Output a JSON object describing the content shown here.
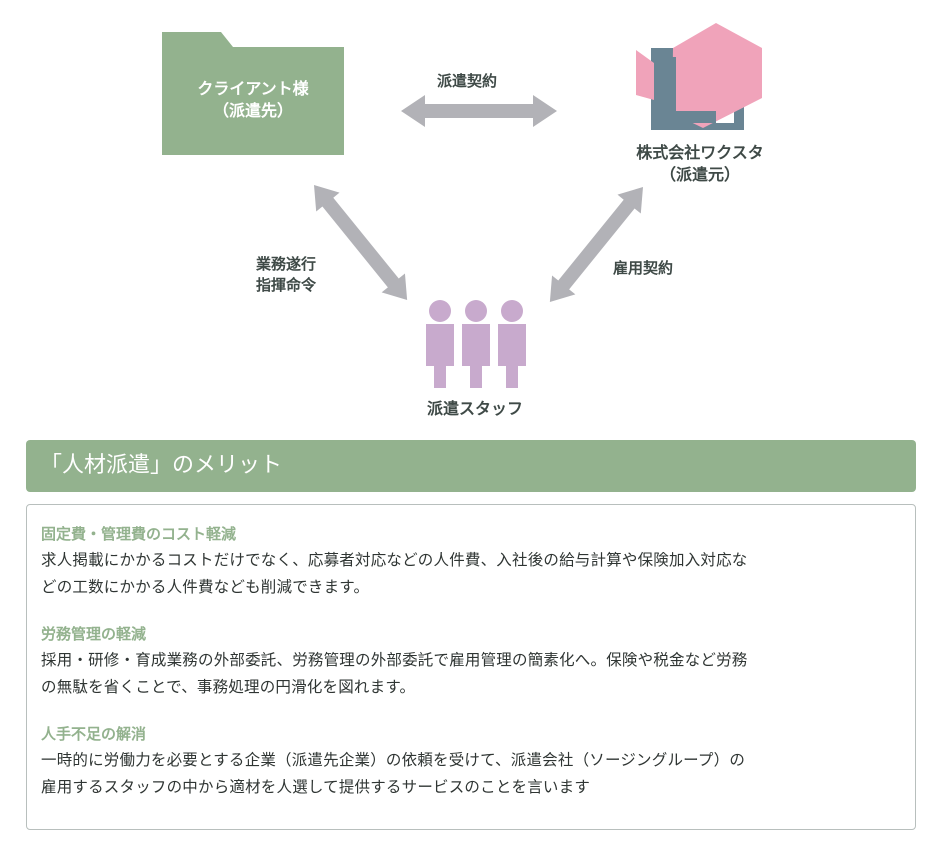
{
  "diagram": {
    "client": {
      "line1": "クライアント様",
      "line2": "（派遣先）"
    },
    "company": {
      "line1": "株式会社ワクスタ",
      "line2": "（派遣元）"
    },
    "staff": {
      "label": "派遣スタッフ"
    },
    "edges": {
      "dispatch_contract": "派遣契約",
      "command_line1": "業務遂行",
      "command_line2": "指揮命令",
      "employment_contract": "雇用契約"
    },
    "colors": {
      "client_folder": "#93b28e",
      "logo_pink": "#f0a3ba",
      "logo_slate": "#6a8594",
      "staff_purple": "#c8aacd",
      "arrow_gray": "#b2b2b7"
    },
    "icons": [
      "folder-icon",
      "company-logo-icon",
      "staff-people-icon",
      "double-arrow-icon"
    ]
  },
  "merits": {
    "heading": "「人材派遣」のメリット",
    "items": [
      {
        "title": "固定費・管理費のコスト軽減",
        "line1": "求人掲載にかかるコストだけでなく、応募者対応などの人件費、入社後の給与計算や保険加入対応な",
        "line2": "どの工数にかかる人件費なども削減できます。"
      },
      {
        "title": "労務管理の軽減",
        "line1": "採用・研修・育成業務の外部委託、労務管理の外部委託で雇用管理の簡素化へ。保険や税金など労務",
        "line2": "の無駄を省くことで、事務処理の円滑化を図れます。"
      },
      {
        "title": "人手不足の解消",
        "line1": "一時的に労働力を必要とする企業（派遣先企業）の依頼を受けて、派遣会社（ソージングループ）の",
        "line2": "雇用するスタッフの中から適材を人選して提供するサービスのことを言います"
      }
    ]
  }
}
